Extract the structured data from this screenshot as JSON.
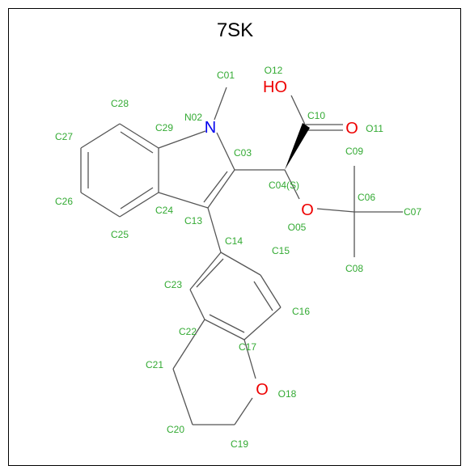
{
  "title": "7SK",
  "colors": {
    "carbon": "#33aa33",
    "nitrogen": "#0000ee",
    "oxygen": "#ee0000",
    "bond": "#555555"
  },
  "big_atoms": {
    "N": "N",
    "O": "O",
    "OH": "HO"
  },
  "atoms": {
    "C01": "C01",
    "N02": "N02",
    "C03": "C03",
    "C04": "C04(S)",
    "O05": "O05",
    "C06": "C06",
    "C07": "C07",
    "C08": "C08",
    "C09": "C09",
    "C10": "C10",
    "O11": "O11",
    "O12": "O12",
    "C13": "C13",
    "C14": "C14",
    "C15": "C15",
    "C16": "C16",
    "C17": "C17",
    "O18": "O18",
    "C19": "C19",
    "C20": "C20",
    "C21": "C21",
    "C22": "C22",
    "C23": "C23",
    "C24": "C24",
    "C25": "C25",
    "C26": "C26",
    "C27": "C27",
    "C28": "C28",
    "C29": "C29"
  }
}
